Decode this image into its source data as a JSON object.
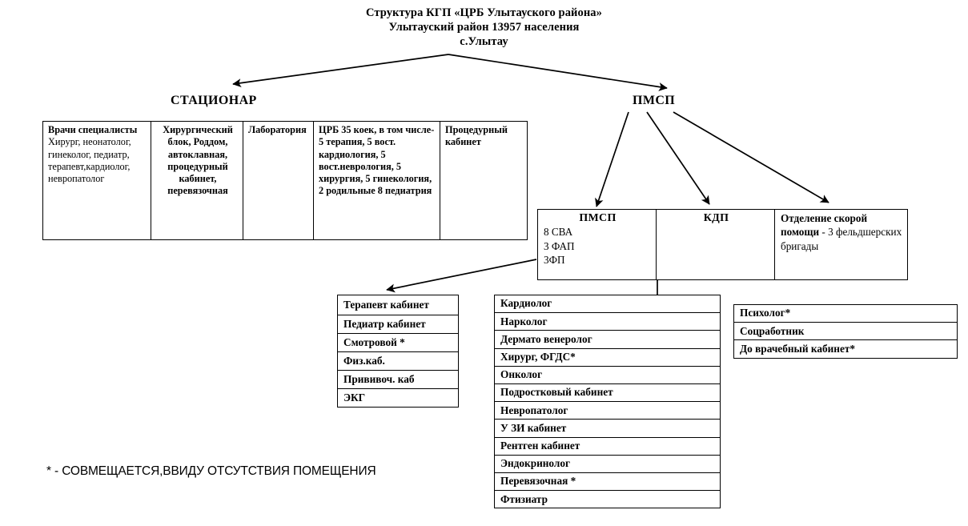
{
  "title": {
    "line1": "Структура КГП «ЦРБ Улытауского района»",
    "line2": "Улытауский район 13957 населения",
    "line3": "с.Улытау"
  },
  "branches": {
    "hospital_label": "СТАЦИОНАР",
    "pmsp_label": "ПМСП"
  },
  "hospital_table": {
    "columns": [
      {
        "head": "Врачи специалисты",
        "body": "Хирург, неонатолог, гинеколог, педиатр, терапевт,кардиолог, невропатолог"
      },
      {
        "head": "Хирургический блок, Роддом, автоклавная, процедурный кабинет, перевязочная"
      },
      {
        "head": "Лаборатория"
      },
      {
        "head": "ЦРБ 35 коек, в том числе-",
        "lines": [
          "5 терапия,",
          "5 вост. кардиология,",
          "5 вост.неврология,",
          "5 хирургия,",
          "5 гинекология,",
          "2 родильные",
          "8 педиатрия"
        ]
      },
      {
        "head": "Процедурный кабинет"
      }
    ]
  },
  "pmsp_row": {
    "pmsp": {
      "head": "ПМСП",
      "lines": [
        "8 СВА",
        "3 ФАП",
        "3ФП"
      ]
    },
    "kdp": {
      "head": "КДП",
      "lines": []
    },
    "emergency": {
      "head": "Отделение скорой помощи",
      "tail": " - 3 фельдшерских бригады"
    }
  },
  "cabinet_list": [
    "Терапевт кабинет",
    "Педиатр кабинет",
    "Смотровой *",
    "Физ.каб.",
    "Прививоч. каб",
    "ЭКГ"
  ],
  "specialist_list": [
    "Кардиолог",
    "Нарколог",
    "Дермато венеролог",
    "Хирург, ФГДС*",
    "Онколог",
    "Подростковый кабинет",
    "Невропатолог",
    "У ЗИ кабинет",
    "Рентген кабинет",
    "Эндокринолог",
    "Перевязочная *",
    "Фтизиатр"
  ],
  "social_list": [
    "Психолог*",
    "Соцработник",
    "До врачебный кабинет*"
  ],
  "footnote": "* - СОВМЕЩАЕТСЯ,ВВИДУ ОТСУТСТВИЯ ПОМЕЩЕНИЯ",
  "colors": {
    "line": "#000000",
    "background": "#ffffff",
    "text": "#000000"
  }
}
